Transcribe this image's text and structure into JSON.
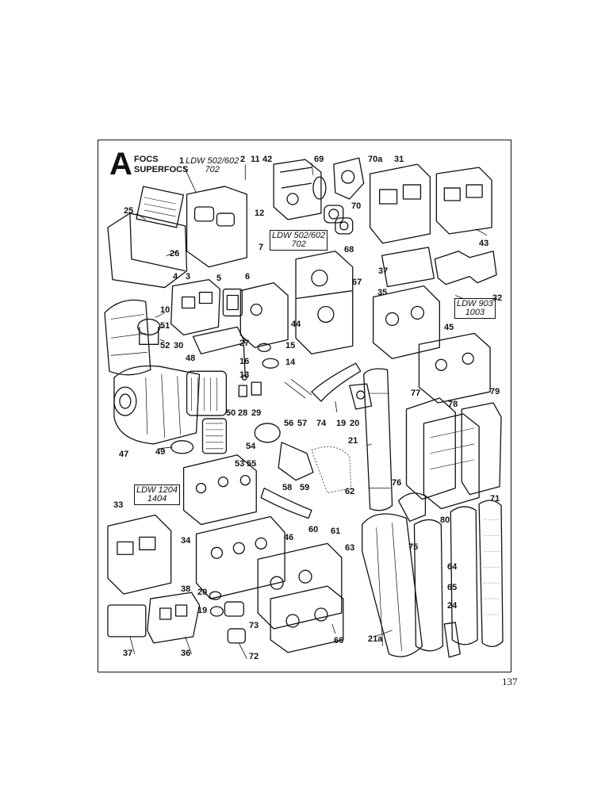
{
  "section": {
    "letter": "A",
    "title_line1": "FOCS",
    "title_line2": "SUPERFOCS"
  },
  "models": {
    "m1_line1": "LDW 502/602",
    "m1_line2": "702",
    "m2_line1": "LDW 502/602",
    "m2_line2": "702",
    "m3_line1": "LDW 903",
    "m3_line2": "1003",
    "m4_line1": "LDW 1204",
    "m4_line2": "1404"
  },
  "callouts": {
    "c1": "1",
    "c2": "2",
    "c11": "11",
    "c42": "42",
    "c69": "69",
    "c70a": "70a",
    "c31": "31",
    "c25": "25",
    "c12": "12",
    "c70": "70",
    "c43": "43",
    "c26": "26",
    "c7": "7",
    "c68": "68",
    "c37": "37",
    "c4": "4",
    "c3": "3",
    "c5": "5",
    "c6": "6",
    "c67": "67",
    "c35": "35",
    "c32": "32",
    "c10": "10",
    "c51": "51",
    "c44": "44",
    "c52": "52",
    "c30": "30",
    "c48": "48",
    "c27": "27",
    "c15": "15",
    "c45": "45",
    "c16": "16",
    "c14": "14",
    "c13": "13",
    "c28": "28",
    "c29": "29",
    "c77": "77",
    "c78": "78",
    "c79": "79",
    "c50": "50",
    "c56": "56",
    "c57": "57",
    "c74": "74",
    "c19": "19",
    "c20": "20",
    "c21": "21",
    "c47": "47",
    "c49": "49",
    "c54": "54",
    "c53": "53",
    "c55": "55",
    "c58": "58",
    "c59": "59",
    "c62": "62",
    "c76": "76",
    "c33": "33",
    "c60": "60",
    "c61": "61",
    "c63": "63",
    "c75": "75",
    "c80": "80",
    "c71": "71",
    "c34": "34",
    "c46": "46",
    "c64": "64",
    "c38": "38",
    "c20b": "20",
    "c19b": "19",
    "c65": "65",
    "c24": "24",
    "c73": "73",
    "c66": "66",
    "c21a": "21a",
    "c37b": "37",
    "c36": "36",
    "c72": "72"
  },
  "page_number": "137"
}
